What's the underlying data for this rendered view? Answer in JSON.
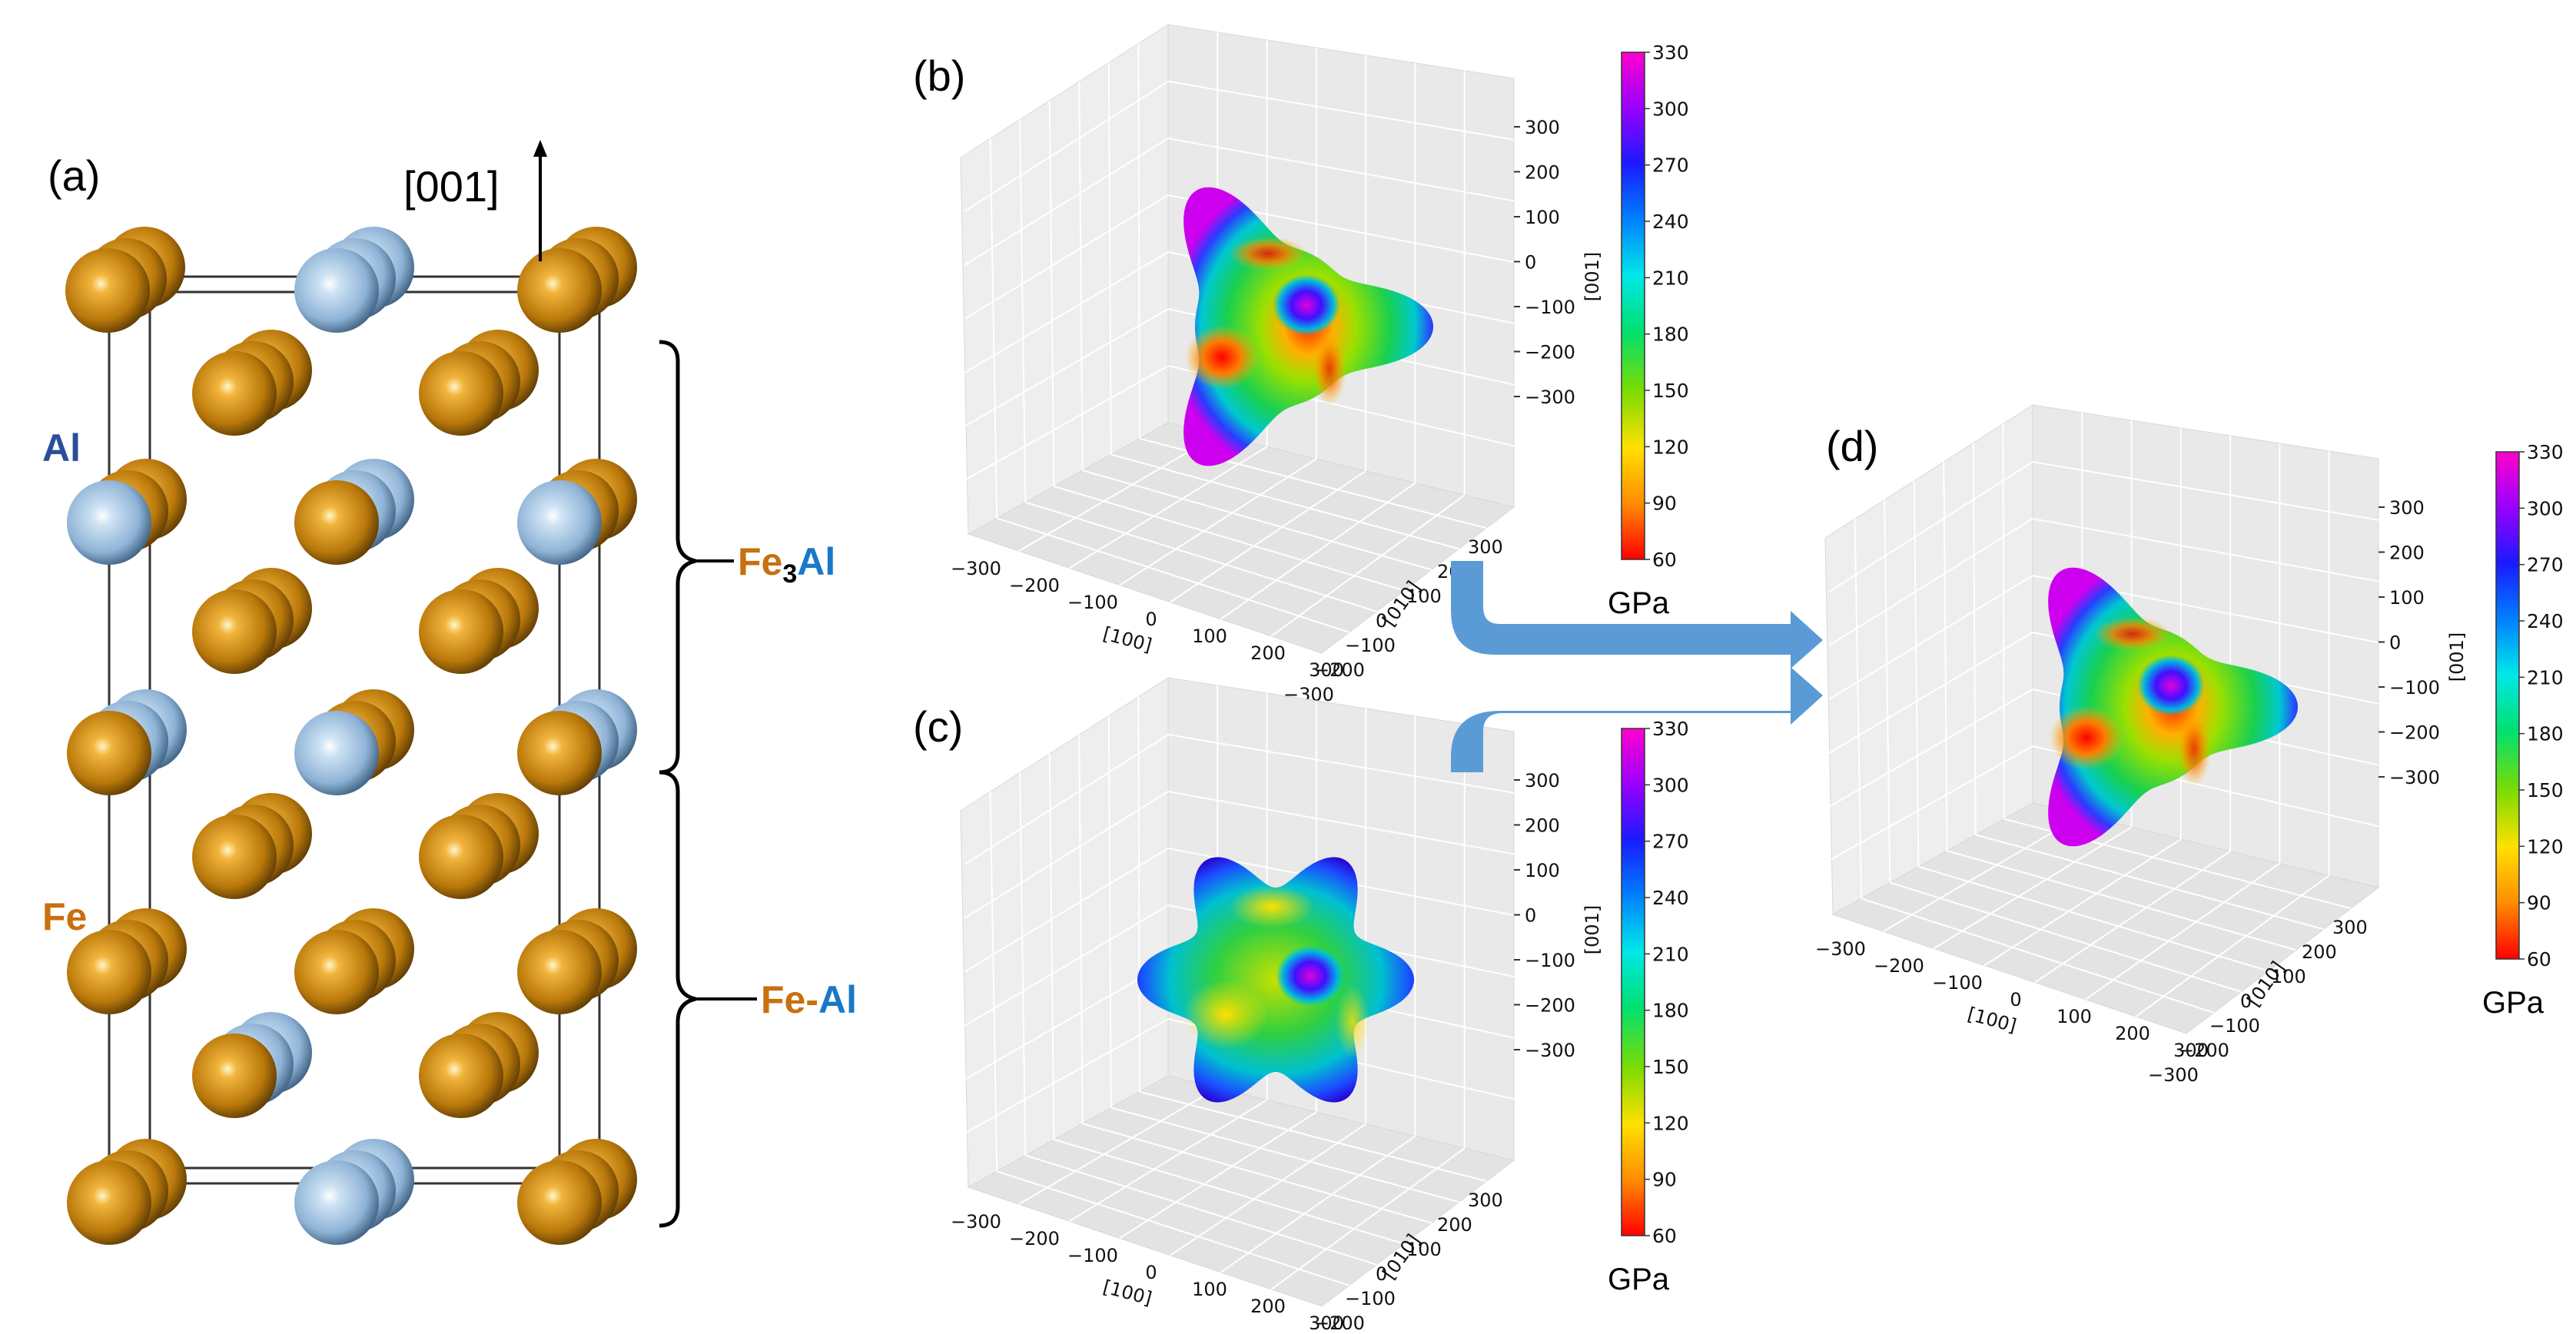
{
  "panels": {
    "a": {
      "label": "(a)",
      "direction": "[001]",
      "al_label": "Al",
      "fe_label": "Fe",
      "layer_top": {
        "part1": "Fe",
        "sub": "3",
        "part2": "Al"
      },
      "layer_bottom": {
        "part1": "Fe-",
        "part2": "Al"
      }
    },
    "b": {
      "label": "(b)"
    },
    "c": {
      "label": "(c)"
    },
    "d": {
      "label": "(d)"
    }
  },
  "axes3d": {
    "z_ticks": [
      "300",
      "200",
      "100",
      "0",
      "−100",
      "−200",
      "−300"
    ],
    "x_ticks": [
      "−300",
      "−200",
      "−100",
      "0",
      "100",
      "200",
      "300"
    ],
    "y_ticks": [
      "300",
      "200",
      "100",
      "0",
      "−100",
      "−200",
      "−300"
    ],
    "x_label": "[100]",
    "y_label": "[010]",
    "z_label": "[001]"
  },
  "colorbar": {
    "ticks": [
      "330",
      "300",
      "270",
      "240",
      "210",
      "180",
      "150",
      "120",
      "90",
      "60"
    ],
    "unit": "GPa",
    "range": [
      60,
      330
    ],
    "colors": [
      "#ff0000",
      "#ff8c00",
      "#ffe000",
      "#7ddc00",
      "#00e070",
      "#00e8e8",
      "#0080ff",
      "#1a1aff",
      "#9900ff",
      "#ff00cc"
    ]
  },
  "colors": {
    "fe": "#c8860d",
    "al": "#8fb8dc",
    "fe_text": "#c8700f",
    "al_text": "#1a78c8",
    "al_dark": "#2a4f9a",
    "arrow": "#5b9bd5"
  }
}
